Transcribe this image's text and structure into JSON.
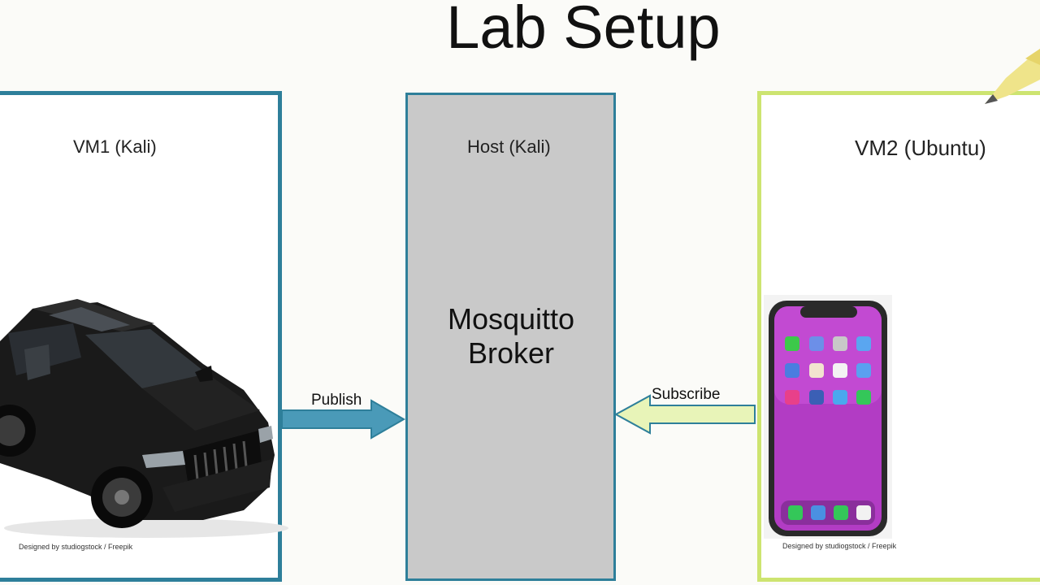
{
  "title": "Lab Setup",
  "nodes": {
    "vm1": {
      "label": "VM1 (Kali)",
      "credit": "Designed by studiogstock / Freepik"
    },
    "host": {
      "label": "Host (Kali)",
      "service_line1": "Mosquitto",
      "service_line2": "Broker"
    },
    "vm2": {
      "label": "VM2 (Ubuntu)",
      "credit": "Designed by studiogstock / Freepik"
    }
  },
  "edges": {
    "publish": "Publish",
    "subscribe": "Subscribe"
  },
  "colors": {
    "vm1_border": "#2e7f9a",
    "vm2_border": "#cde470",
    "host_fill": "#c9c9c9",
    "publish_arrow": "#4a9ab8",
    "subscribe_arrow": "#e8f4b8"
  },
  "icons": [
    "suv-car-icon",
    "smartphone-icon",
    "pencil-icon"
  ]
}
